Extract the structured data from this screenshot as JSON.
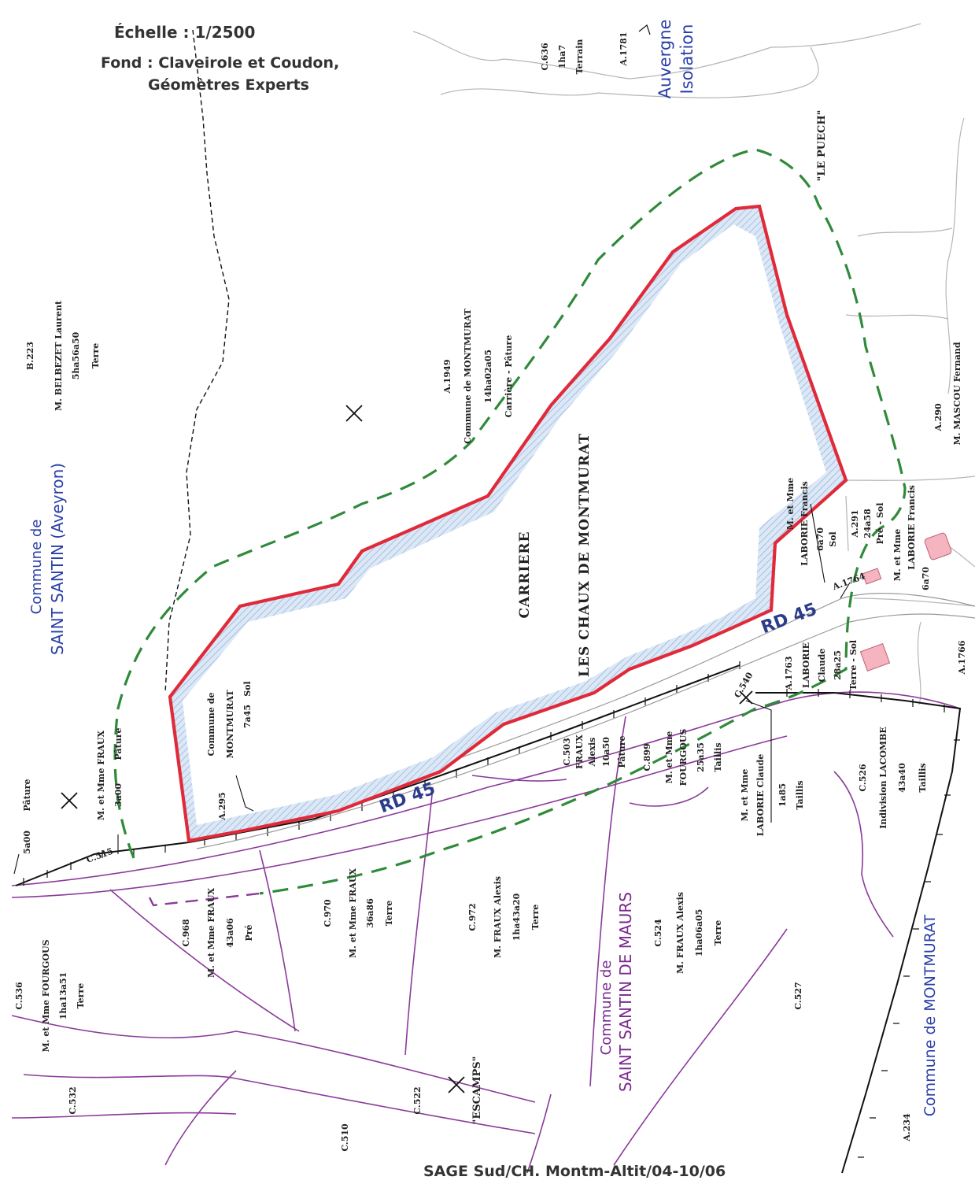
{
  "header": {
    "scale": "Échelle : 1/2500",
    "source_line1": "Fond : Claveirole et Coudon,",
    "source_line2": "Géomètres Experts"
  },
  "footer": "SAGE Sud/CH. Montm-Altit/04-10/06",
  "communes": {
    "saint_santin_1": "Commune de",
    "saint_santin_2": "SAINT SANTIN (Aveyron)",
    "saint_santin_maurs_1": "Commune de",
    "saint_santin_maurs_2": "SAINT SANTIN DE MAURS",
    "montmurat": "Commune de MONTMURAT",
    "auvergne_1": "Auvergne",
    "auvergne_2": "Isolation"
  },
  "roads": {
    "rd45_lower": "RD 45",
    "rd45_upper": "RD 45"
  },
  "places": {
    "carriere": "CARRIERE",
    "chaux": "LES CHAUX DE MONTMURAT",
    "le_puech": "\"LE PUECH\"",
    "escamps": "\"ESCAMPS\""
  },
  "parcels": {
    "b223": [
      "B.223",
      "M. BELBEZET Laurent",
      "5ha56a50",
      "Terre"
    ],
    "a1949": [
      "A.1949",
      "Commune de MONTMURAT",
      "14ha02a05",
      "Carrière - Pâture"
    ],
    "a290": [
      "A.290",
      "M. MASCOU Fernand"
    ],
    "a1781": [
      "A.1781"
    ],
    "c636": [
      "C.636",
      "1ha7",
      "Terrain"
    ],
    "c536": [
      "C.536",
      "M. et Mme FOURGOUS",
      "1ha13a51",
      "Terre"
    ],
    "c532": [
      "C.532"
    ],
    "c510": [
      "C.510"
    ],
    "c968": [
      "C.968",
      "M. et Mme FRAUX",
      "43a06",
      "Pré"
    ],
    "c970": [
      "C.970",
      "M. et Mme FRAUX",
      "36a86",
      "Terre"
    ],
    "c972": [
      "C.972",
      "M. FRAUX Alexis",
      "1ha43a20",
      "Terre"
    ],
    "c524": [
      "C.524",
      "M. FRAUX Alexis",
      "1ha06a05",
      "Terre"
    ],
    "c522": [
      "C.522"
    ],
    "c527": [
      "C.527"
    ],
    "c526": [
      "C.526",
      "Indivision LACOMBE",
      "43a40",
      "Taillis"
    ],
    "a234": [
      "A.234"
    ],
    "a1766": [
      "A.1766"
    ],
    "c503": [
      "C.503",
      "FRAUX",
      "Alexis",
      "10a50",
      "Pâture"
    ],
    "c899": [
      "C.899",
      "M. et Mme",
      "FOURGOUS",
      "25a35",
      "Taillis"
    ],
    "laborie_claude": [
      "M. et Mme",
      "LABORIE Claude",
      "1a85",
      "Taillis"
    ],
    "a295": [
      "A.295",
      "Commune de",
      "MONTMURAT",
      "7a45",
      "Sol"
    ],
    "fraux_top": [
      "M. et Mme FRAUX",
      "3a00",
      "Pâture"
    ],
    "left_top": [
      "5a00",
      "Pâture"
    ],
    "c515": [
      "C.515"
    ],
    "c540": [
      "C.540"
    ],
    "a1763": [
      "A.1763",
      "LABORIE",
      "Claude",
      "28a25",
      "Terre - Sol"
    ],
    "a1764": [
      "A.1764"
    ],
    "laborie_francis": [
      "M. et Mme",
      "LABORIE Francis",
      "6a70",
      "Sol"
    ],
    "a291": [
      "A.291",
      "24a58",
      "Pré - Sol",
      "M. et Mme",
      "LABORIE Francis",
      "6a70"
    ]
  }
}
